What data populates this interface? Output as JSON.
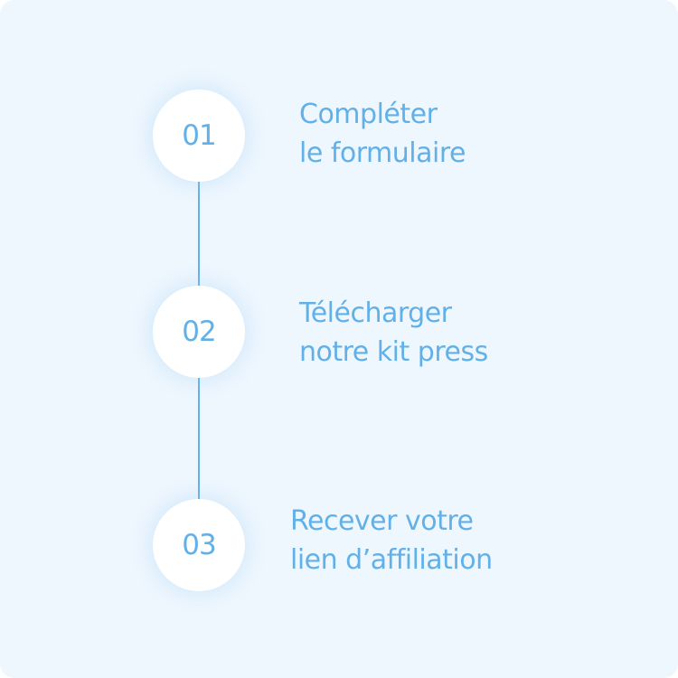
{
  "accent_color": "#62b0e8",
  "steps": [
    {
      "number": "01",
      "line1": "Compléter",
      "line2": "le formulaire"
    },
    {
      "number": "02",
      "line1": "Télécharger",
      "line2": "notre kit press"
    },
    {
      "number": "03",
      "line1": "Recever votre",
      "line2": "lien d’affiliation"
    }
  ]
}
